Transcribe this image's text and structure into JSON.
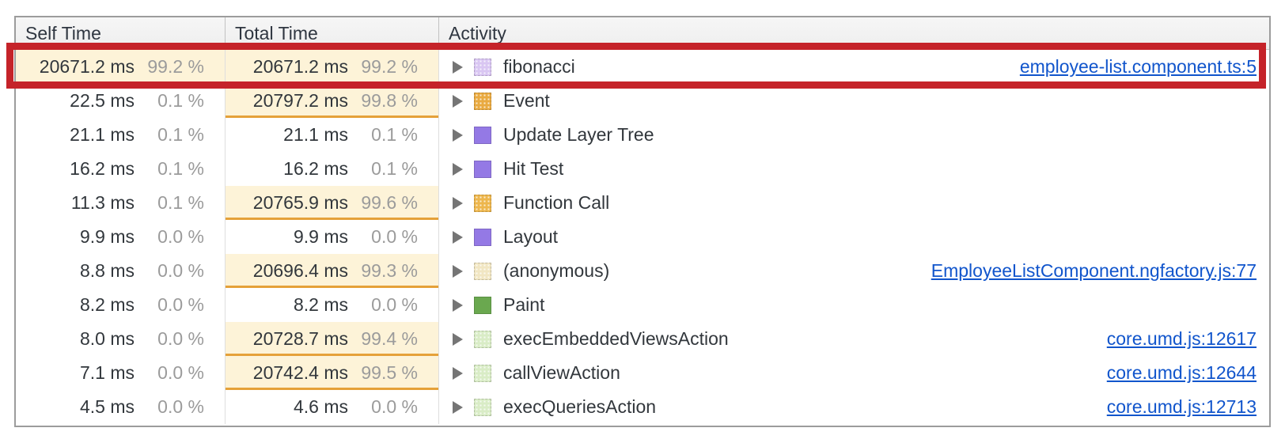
{
  "table": {
    "columns": [
      {
        "label": "Self Time"
      },
      {
        "label": "Total Time"
      },
      {
        "label": "Activity"
      }
    ],
    "rows": [
      {
        "self_ms": "20671.2 ms",
        "self_pct": "99.2 %",
        "self_highlight": true,
        "total_ms": "20671.2 ms",
        "total_pct": "99.2 %",
        "total_highlight": true,
        "activity": "fibonacci",
        "swatch_color": "#d9c6f2",
        "swatch_style": "dotted",
        "link": "employee-list.component.ts:5"
      },
      {
        "self_ms": "22.5 ms",
        "self_pct": "0.1 %",
        "self_highlight": false,
        "total_ms": "20797.2 ms",
        "total_pct": "99.8 %",
        "total_highlight": true,
        "activity": "Event",
        "swatch_color": "#e9aa41",
        "swatch_style": "dotted",
        "link": ""
      },
      {
        "self_ms": "21.1 ms",
        "self_pct": "0.1 %",
        "self_highlight": false,
        "total_ms": "21.1 ms",
        "total_pct": "0.1 %",
        "total_highlight": false,
        "activity": "Update Layer Tree",
        "swatch_color": "#9479e5",
        "swatch_style": "solid",
        "link": ""
      },
      {
        "self_ms": "16.2 ms",
        "self_pct": "0.1 %",
        "self_highlight": false,
        "total_ms": "16.2 ms",
        "total_pct": "0.1 %",
        "total_highlight": false,
        "activity": "Hit Test",
        "swatch_color": "#9479e5",
        "swatch_style": "solid",
        "link": ""
      },
      {
        "self_ms": "11.3 ms",
        "self_pct": "0.1 %",
        "self_highlight": false,
        "total_ms": "20765.9 ms",
        "total_pct": "99.6 %",
        "total_highlight": true,
        "activity": "Function Call",
        "swatch_color": "#edb64d",
        "swatch_style": "dotted",
        "link": ""
      },
      {
        "self_ms": "9.9 ms",
        "self_pct": "0.0 %",
        "self_highlight": false,
        "total_ms": "9.9 ms",
        "total_pct": "0.0 %",
        "total_highlight": false,
        "activity": "Layout",
        "swatch_color": "#9479e5",
        "swatch_style": "solid",
        "link": ""
      },
      {
        "self_ms": "8.8 ms",
        "self_pct": "0.0 %",
        "self_highlight": false,
        "total_ms": "20696.4 ms",
        "total_pct": "99.3 %",
        "total_highlight": true,
        "activity": "(anonymous)",
        "swatch_color": "#f1e6c3",
        "swatch_style": "dotted",
        "link": "EmployeeListComponent.ngfactory.js:77"
      },
      {
        "self_ms": "8.2 ms",
        "self_pct": "0.0 %",
        "self_highlight": false,
        "total_ms": "8.2 ms",
        "total_pct": "0.0 %",
        "total_highlight": false,
        "activity": "Paint",
        "swatch_color": "#6aa84f",
        "swatch_style": "solid",
        "link": ""
      },
      {
        "self_ms": "8.0 ms",
        "self_pct": "0.0 %",
        "self_highlight": false,
        "total_ms": "20728.7 ms",
        "total_pct": "99.4 %",
        "total_highlight": true,
        "activity": "execEmbeddedViewsAction",
        "swatch_color": "#d9ecc6",
        "swatch_style": "dotted",
        "link": "core.umd.js:12617"
      },
      {
        "self_ms": "7.1 ms",
        "self_pct": "0.0 %",
        "self_highlight": false,
        "total_ms": "20742.4 ms",
        "total_pct": "99.5 %",
        "total_highlight": true,
        "activity": "callViewAction",
        "swatch_color": "#d9ecc6",
        "swatch_style": "dotted",
        "link": "core.umd.js:12644"
      },
      {
        "self_ms": "4.5 ms",
        "self_pct": "0.0 %",
        "self_highlight": false,
        "total_ms": "4.6 ms",
        "total_pct": "0.0 %",
        "total_highlight": false,
        "activity": "execQueriesAction",
        "swatch_color": "#d9ecc6",
        "swatch_style": "dotted",
        "link": "core.umd.js:12713"
      }
    ]
  },
  "colors": {
    "highlight_background": "#fdf3d8",
    "highlight_underline": "#e5a139",
    "link_blue": "#1155cc",
    "value_text": "#32373c",
    "percent_text": "#9b9b9b"
  },
  "annotation": {
    "shape": "rectangle",
    "color": "#c52329",
    "marks_row": "fibonacci"
  }
}
